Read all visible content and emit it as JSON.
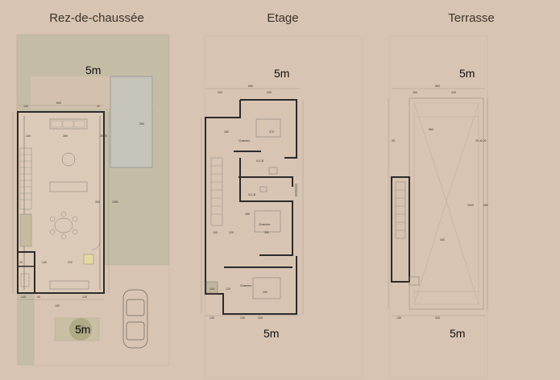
{
  "plans": {
    "ground": {
      "title": "Rez-de-chaussée",
      "dim_top": "5m",
      "dim_bottom": "5m",
      "dims": [
        "600",
        "140",
        "40",
        "360",
        "40",
        "25 25",
        "350",
        "160",
        "1380",
        "300",
        "140",
        "210",
        "140",
        "100",
        "120",
        "25",
        "40"
      ]
    },
    "floor": {
      "title": "Etage",
      "dim_top": "5m",
      "dim_bottom": "5m",
      "rooms": [
        "Chambre",
        "Chambre",
        "Chambre",
        "S.D.B",
        "S.D.B"
      ],
      "dims": [
        "660",
        "200",
        "430",
        "180",
        "370",
        "285",
        "120",
        "350",
        "140",
        "120",
        "100",
        "130",
        "400",
        "130",
        "330"
      ]
    },
    "terrace": {
      "title": "Terrasse",
      "dim_top": "5m",
      "dim_bottom": "5m",
      "dims": [
        "660",
        "200",
        "430",
        "560",
        "20",
        "20 40 20",
        "1030",
        "960",
        "400",
        "130",
        "330"
      ]
    }
  }
}
